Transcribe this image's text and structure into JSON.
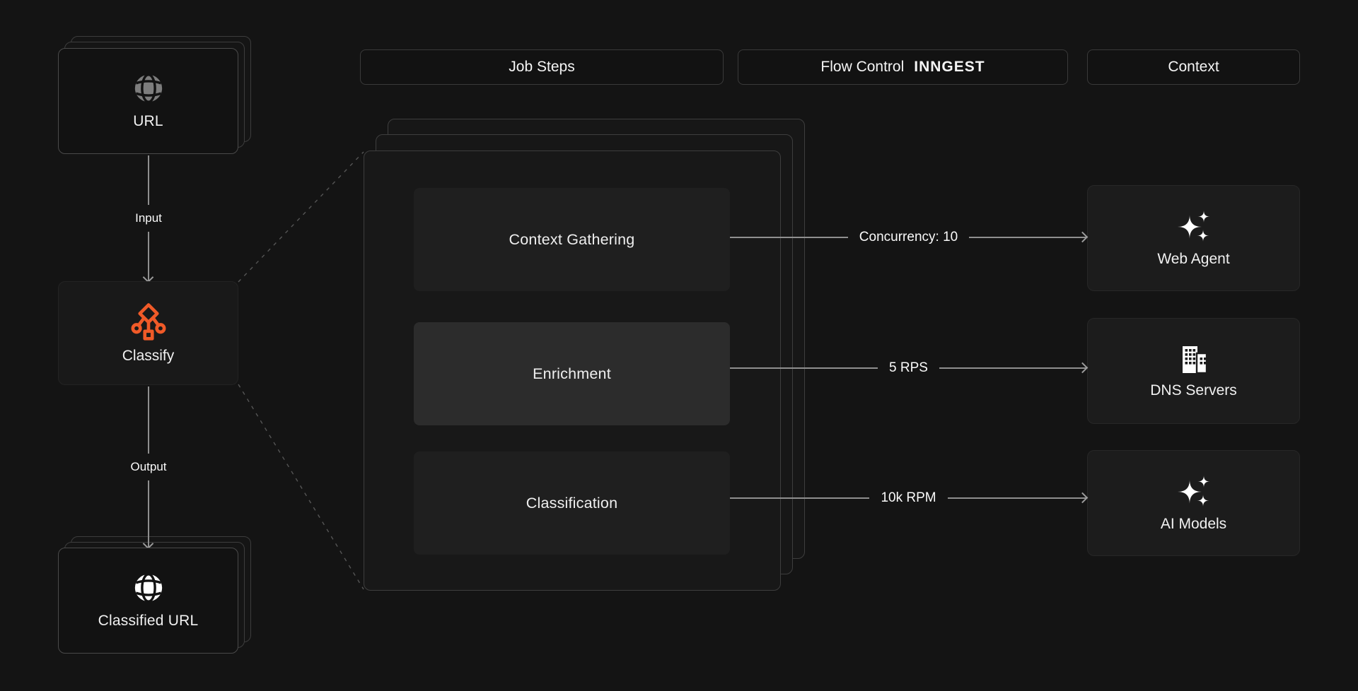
{
  "diagram": {
    "headers": {
      "job_steps": "Job Steps",
      "flow_control": "Flow Control",
      "flow_control_logo": "INNGEST",
      "context": "Context"
    },
    "pipeline": {
      "source_label": "URL",
      "input_label": "Input",
      "classify_label": "Classify",
      "output_label": "Output",
      "result_label": "Classified URL"
    },
    "steps": {
      "context_gathering": "Context Gathering",
      "enrichment": "Enrichment",
      "classification": "Classification"
    },
    "flow_rules": {
      "concurrency": "Concurrency: 10",
      "rps": "5 RPS",
      "rpm": "10k RPM"
    },
    "context_nodes": {
      "web_agent": "Web Agent",
      "dns_servers": "DNS Servers",
      "ai_models": "AI Models"
    },
    "colors": {
      "accent_orange": "#f05a28",
      "arrow_gray": "#8f8f8f",
      "background": "#141414"
    }
  }
}
